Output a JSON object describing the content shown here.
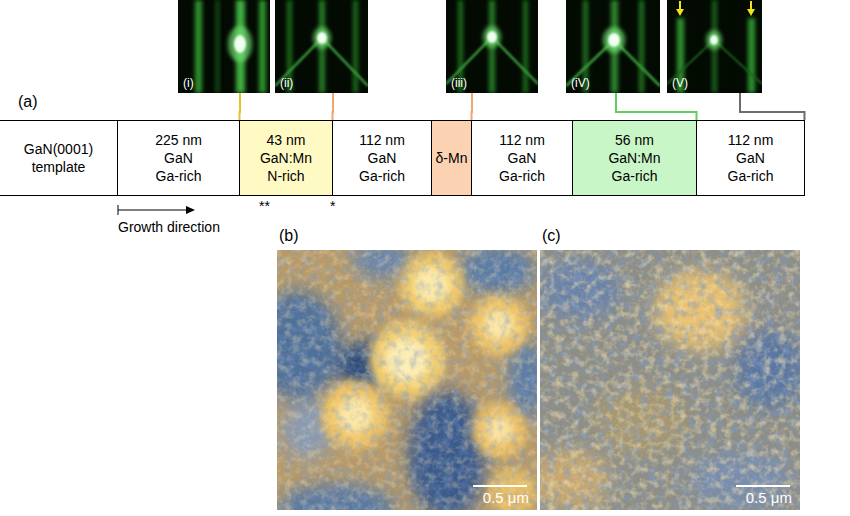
{
  "diagram": {
    "nodes": [
      {
        "text": [
          "(i)"
        ]
      },
      {
        "text": [
          "(ii)"
        ]
      },
      {
        "text": [
          "(iii)"
        ]
      },
      {
        "text": [
          "(iV)"
        ]
      },
      {
        "text": [
          "(V)"
        ]
      },
      {
        "text": [
          "GaN(0001) template"
        ]
      },
      {
        "text": [
          "225 nm",
          "GaN",
          "Ga-rich"
        ]
      },
      {
        "text": [
          "43 nm",
          "GaN:Mn",
          "N-rich"
        ]
      },
      {
        "text": [
          "112 nm",
          "GaN",
          "Ga-rich"
        ]
      },
      {
        "text": [
          "δ-Mn"
        ]
      },
      {
        "text": [
          "112 nm",
          "GaN",
          "Ga-rich"
        ]
      },
      {
        "text": [
          "56 nm",
          "GaN:Mn",
          "Ga-rich"
        ]
      },
      {
        "text": [
          "112 nm",
          "GaN",
          "Ga-rich"
        ]
      },
      {
        "text": [
          "(b)",
          "0.5 μm"
        ]
      },
      {
        "text": [
          "(c)",
          "0.5 μm"
        ]
      }
    ],
    "edges": [
      {
        "from": 0,
        "to": 7,
        "arrow": "none"
      },
      {
        "from": 1,
        "to": 7,
        "arrow": "none"
      },
      {
        "from": 2,
        "to": 9,
        "arrow": "none"
      },
      {
        "from": 3,
        "to": 11,
        "arrow": "none"
      },
      {
        "from": 4,
        "to": 12,
        "arrow": "none"
      }
    ],
    "labels": [
      "(a)",
      "**",
      "*",
      "Growth direction"
    ]
  }
}
